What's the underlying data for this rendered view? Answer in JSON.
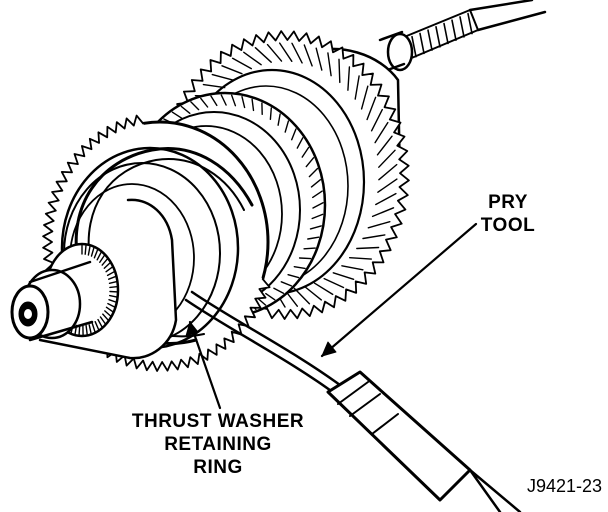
{
  "labels": {
    "pry_tool": [
      "PRY",
      "TOOL"
    ],
    "thrust_washer_ring": [
      "THRUST WASHER",
      "RETAINING",
      "RING"
    ]
  },
  "figure_id": "J9421-23"
}
